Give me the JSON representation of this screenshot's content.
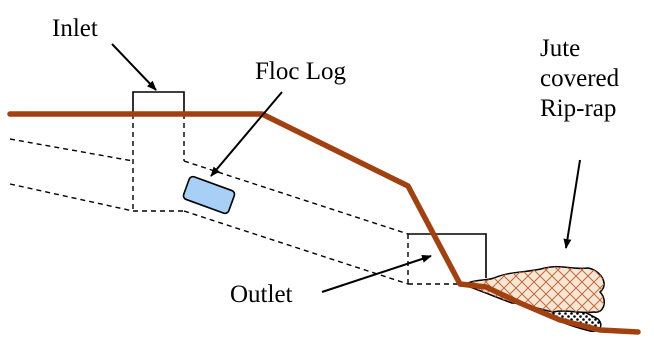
{
  "labels": {
    "inlet": "Inlet",
    "floc_log": "Floc Log",
    "outlet": "Outlet",
    "riprap": [
      "Jute",
      "covered",
      "Rip-rap"
    ]
  },
  "colors": {
    "ground_line": "#a2410f",
    "floc_log_fill": "#a8d0f6",
    "riprap_fill": "#f6e6d4",
    "riprap_hatch": "#c06a3c",
    "stone_dots": "#000000",
    "outline": "#000000"
  }
}
